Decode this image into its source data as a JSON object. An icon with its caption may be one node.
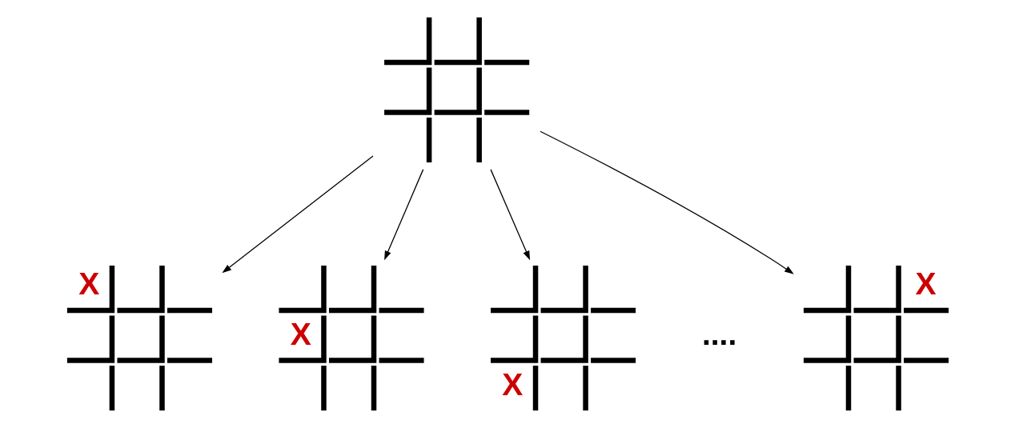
{
  "diagram": {
    "nodes": [
      {
        "text": [],
        "shape": "grid"
      },
      {
        "text": [
          "X"
        ]
      },
      {
        "text": [
          "X"
        ]
      },
      {
        "text": [
          "X"
        ]
      },
      {
        "text": [
          "X"
        ]
      }
    ],
    "edges": [
      {
        "from": 0,
        "to": 1,
        "arrow": "to"
      },
      {
        "from": 0,
        "to": 2,
        "arrow": "to"
      },
      {
        "from": 0,
        "to": 3,
        "arrow": "to"
      },
      {
        "from": 0,
        "to": 4,
        "arrow": "to"
      }
    ],
    "labels": [
      "...."
    ]
  }
}
